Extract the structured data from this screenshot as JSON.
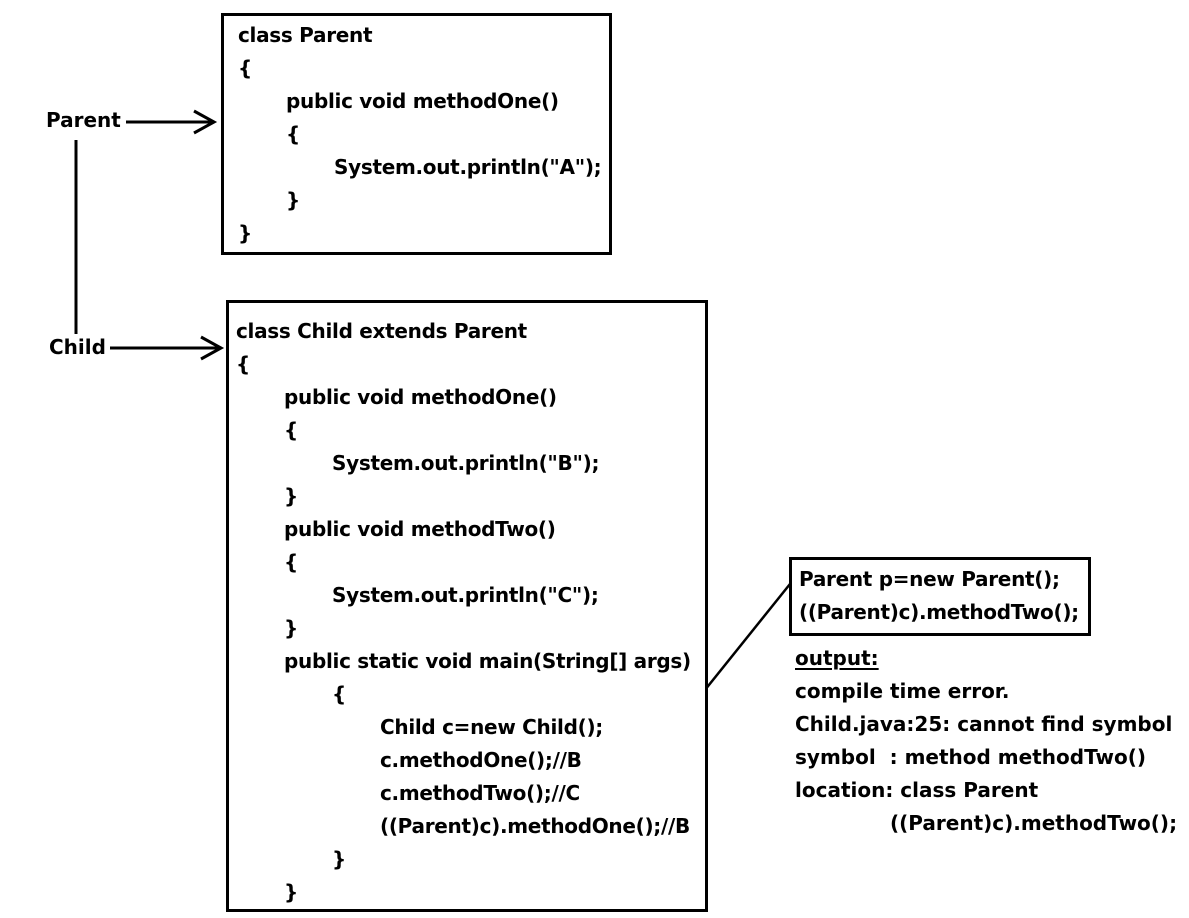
{
  "labels": {
    "parent": "Parent",
    "child": "Child"
  },
  "parent_class": {
    "lines": [
      "class Parent",
      "{",
      "public void methodOne()",
      "{",
      "System.out.println(\"A\");",
      "}",
      "}"
    ]
  },
  "child_class": {
    "lines": [
      "class Child extends Parent",
      "{",
      "public void methodOne()",
      "{",
      "System.out.println(\"B\");",
      "}",
      "public void methodTwo()",
      "{",
      "System.out.println(\"C\");",
      "}",
      "public static void main(String[] args)",
      "{",
      "Child c=new Child();",
      "c.methodOne();//B",
      "c.methodTwo();//C",
      "((Parent)c).methodOne();//B",
      "}",
      "}"
    ]
  },
  "callout": {
    "lines": [
      "Parent p=new Parent();",
      "((Parent)c).methodTwo();"
    ]
  },
  "output": {
    "heading": "output:",
    "lines": [
      "compile time error.",
      "Child.java:25: cannot find symbol",
      "symbol  : method methodTwo()",
      "location: class Parent",
      "((Parent)c).methodTwo();"
    ]
  }
}
